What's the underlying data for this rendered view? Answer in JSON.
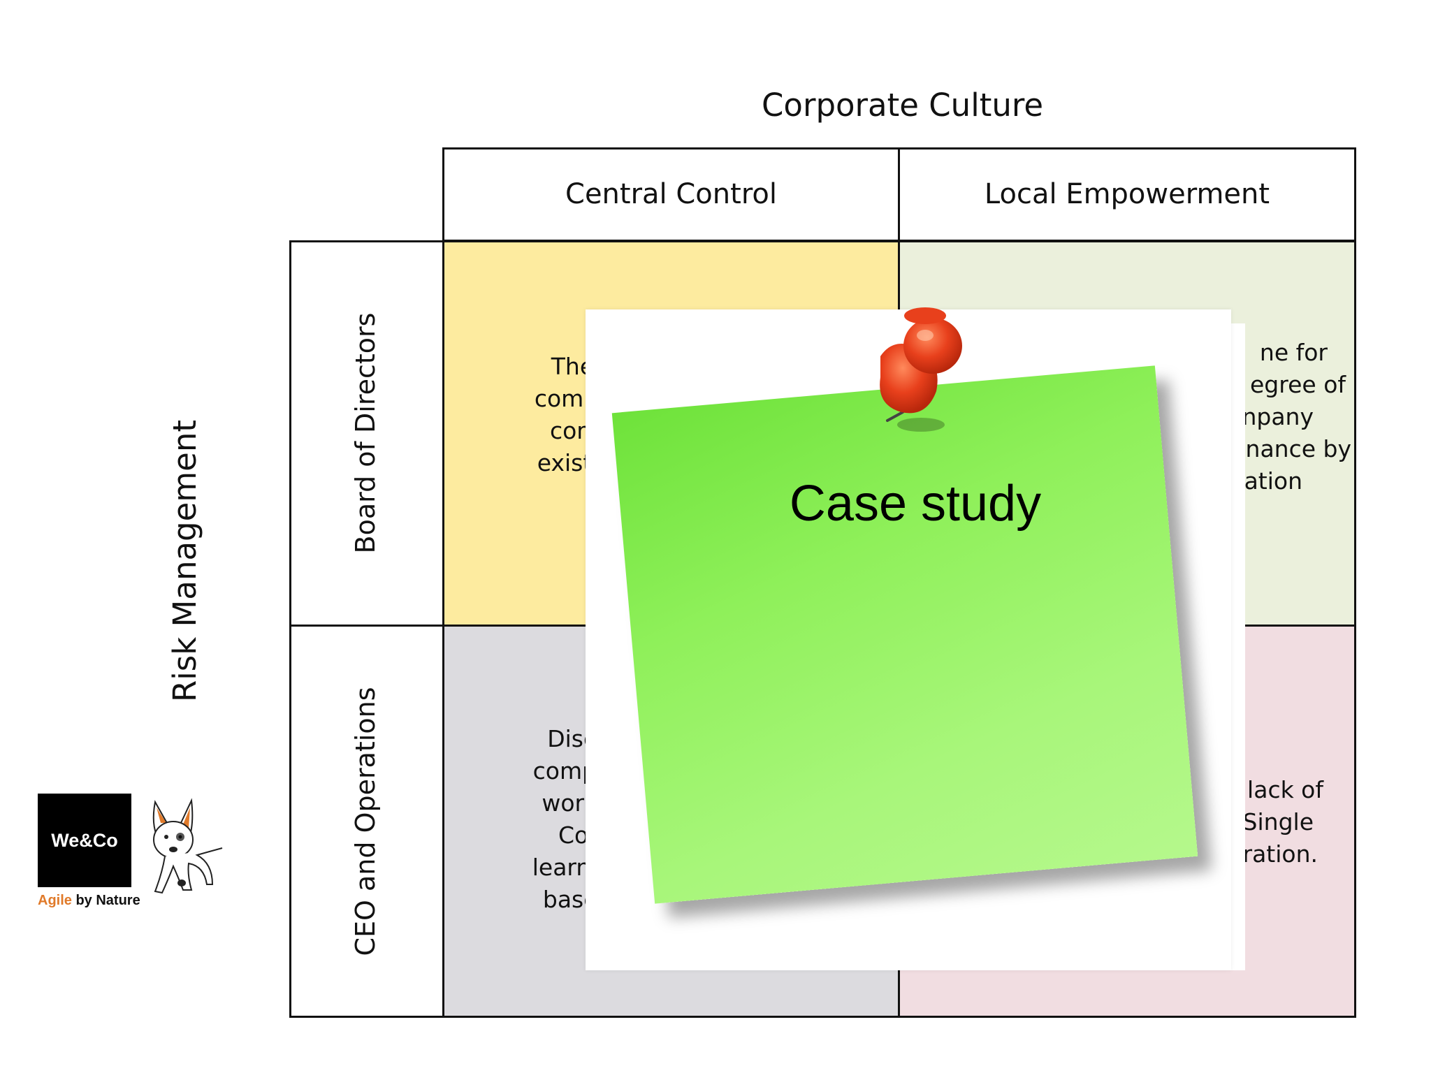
{
  "title": "Corporate Culture",
  "side_title": "Risk Management",
  "columns": [
    "Central Control",
    "Local Empowerment"
  ],
  "rows": [
    "Board of Directors",
    "CEO and Operations"
  ],
  "quadrants": {
    "top_left": {
      "color": "#fdeb9f",
      "lines": [
        "The Boar",
        "company ar",
        "company",
        "exists at all"
      ]
    },
    "top_right": {
      "color": "#ebf0dc",
      "lines": [
        "ne for",
        "egree of",
        "npany",
        "nance by",
        "ation"
      ]
    },
    "bottom_left": {
      "color": "#dcdbdf",
      "lines": [
        "Discipline",
        "company us",
        "working th",
        "Continu",
        "learning. Op",
        "based app"
      ]
    },
    "bottom_right": {
      "color": "#f1dde1",
      "lines": [
        "lack of",
        "Single",
        "ration."
      ]
    }
  },
  "sticky_note": {
    "label": "Case study",
    "pin_color": "#e8401c"
  },
  "logo": {
    "name": "We&Co",
    "tagline_accent": "Agile",
    "tagline_rest": "by Nature"
  }
}
